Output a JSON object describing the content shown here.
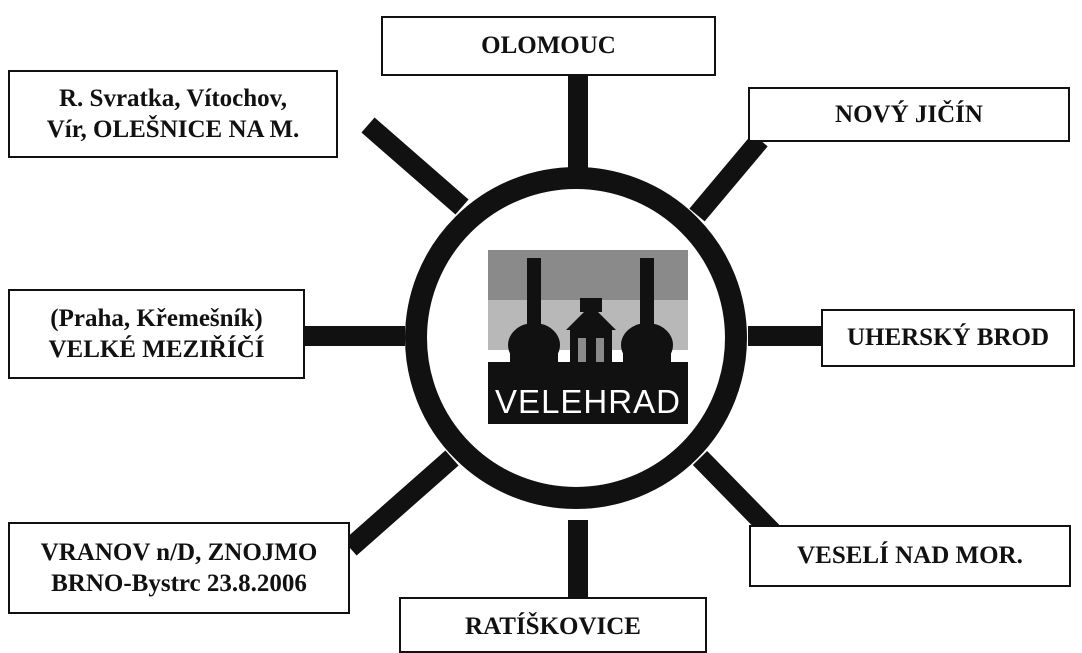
{
  "logo": {
    "label": "VELEHRAD"
  },
  "nodes": {
    "olomouc": {
      "lines": [
        "OLOMOUC"
      ]
    },
    "novy_jicin": {
      "lines": [
        "NOVÝ JIČÍN"
      ]
    },
    "svratka": {
      "lines": [
        "R. Svratka, Vítochov,",
        "Vír, OLEŠNICE NA M."
      ]
    },
    "praha": {
      "lines": [
        "(Praha, Křemešník)",
        "VELKÉ MEZIŘÍČÍ"
      ]
    },
    "uhersky_brod": {
      "lines": [
        "UHERSKÝ BROD"
      ]
    },
    "vranov": {
      "lines": [
        "VRANOV n/D, ZNOJMO",
        "BRNO-Bystrc 23.8.2006"
      ]
    },
    "veseli": {
      "lines": [
        "VESELÍ NAD MOR."
      ]
    },
    "ratiskovice": {
      "lines": [
        "RATÍŠKOVICE"
      ]
    }
  }
}
